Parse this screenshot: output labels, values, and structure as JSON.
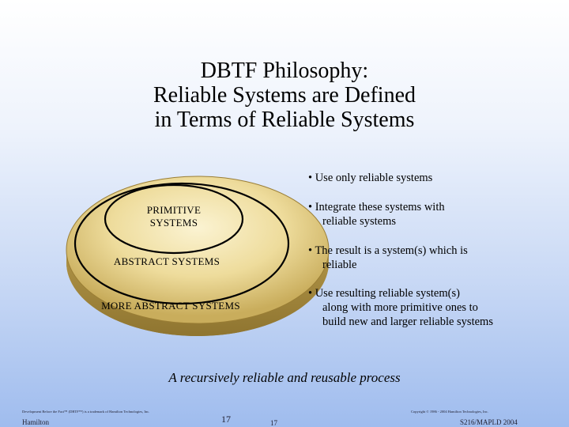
{
  "title": {
    "line1": "DBTF Philosophy:",
    "line2": "Reliable Systems are Defined",
    "line3": "in Terms of Reliable Systems"
  },
  "diagram": {
    "inner_label_line1": "PRIMITIVE",
    "inner_label_line2": "SYSTEMS",
    "middle_label": "ABSTRACT SYSTEMS",
    "outer_label": "MORE ABSTRACT SYSTEMS",
    "colors": {
      "gold_light": "#f5e9bd",
      "gold_mid": "#e0cb80",
      "gold_dark": "#a78a3c",
      "ring_line": "#000000"
    }
  },
  "bullets": [
    {
      "first": "• Use only reliable systems",
      "rest": ""
    },
    {
      "first": "• Integrate these systems with",
      "rest": "reliable systems"
    },
    {
      "first": "• The result is a system(s) which is",
      "rest": "reliable"
    },
    {
      "first": "• Use resulting reliable system(s)",
      "rest": "along with more primitive ones to build new and larger reliable systems"
    }
  ],
  "tagline": "A recursively reliable and reusable process",
  "footer": {
    "left_small": "Development Before the Fact™ (DBTF™) is a trademark of Hamilton Technologies, Inc.",
    "left_name": "Hamilton",
    "page_number": "17",
    "page_number_2": "17",
    "right_small": "Copyright © 1986 - 2004 Hamilton Technologies, Inc.",
    "right_code": "S216/MAPLD 2004"
  }
}
